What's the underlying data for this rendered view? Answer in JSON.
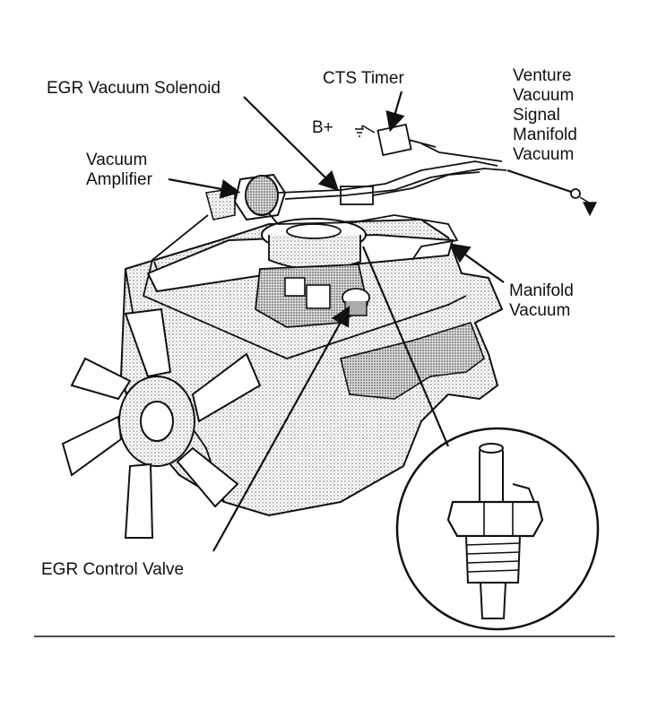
{
  "labels": {
    "egr_vacuum_solenoid": "EGR Vacuum Solenoid",
    "cts_timer": "CTS Timer",
    "b_plus": "B+",
    "venture_lines": [
      "Venture",
      "Vacuum",
      "Signal",
      "Manifold",
      "Vacuum"
    ],
    "vacuum_amplifier_lines": [
      "Vacuum",
      "Amplifier"
    ],
    "manifold_vacuum_lines": [
      "Manifold",
      "Vacuum"
    ],
    "egr_control_valve": "EGR Control Valve"
  },
  "colors": {
    "ink": "#111111",
    "paper": "#ffffff",
    "shade": "#c8c8c8"
  }
}
